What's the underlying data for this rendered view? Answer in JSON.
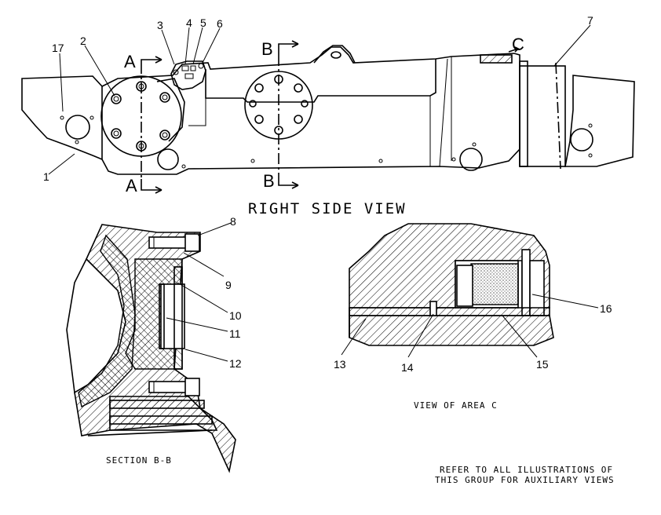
{
  "views": {
    "main_title": "RIGHT SIDE VIEW",
    "section_title": "SECTION B-B",
    "area_title": "VIEW OF AREA C",
    "note_line1": "REFER TO ALL ILLUSTRATIONS OF",
    "note_line2": "THIS GROUP FOR AUXILIARY VIEWS"
  },
  "section_markers": {
    "a_top": "A",
    "a_bottom": "A",
    "b_top": "B",
    "b_bottom": "B",
    "c": "C"
  },
  "callouts": {
    "n1": "1",
    "n2": "2",
    "n3": "3",
    "n4": "4",
    "n5": "5",
    "n6": "6",
    "n7": "7",
    "n8": "8",
    "n9": "9",
    "n10": "10",
    "n11": "11",
    "n12": "12",
    "n13": "13",
    "n14": "14",
    "n15": "15",
    "n16": "16",
    "n17": "17"
  }
}
